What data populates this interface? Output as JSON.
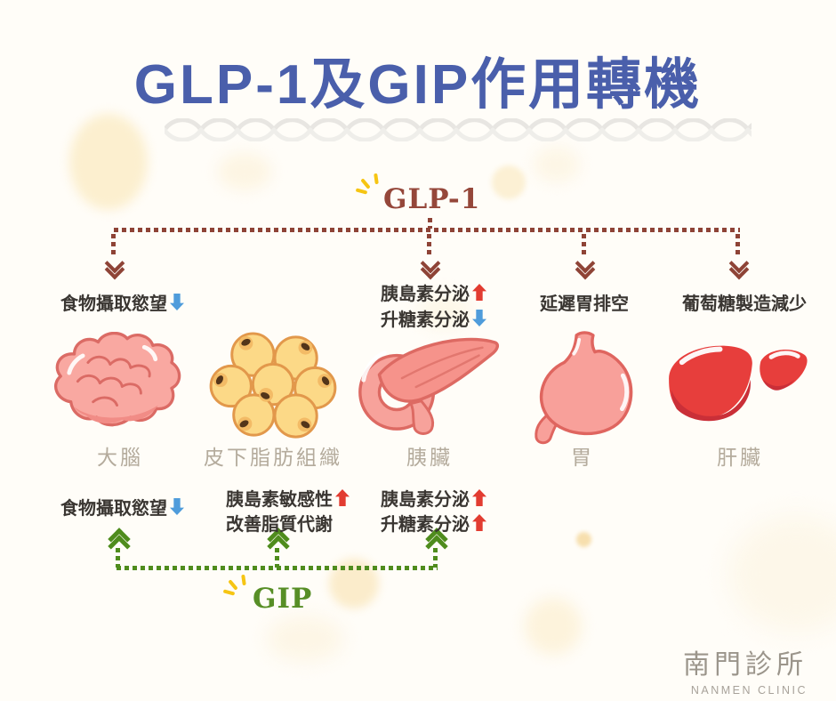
{
  "title": "GLP-1及GIP作用轉機",
  "hormones": {
    "glp1": {
      "label": "GLP-1",
      "color": "#95473a",
      "targets": [
        "brain",
        "pancreas",
        "stomach",
        "liver"
      ]
    },
    "gip": {
      "label": "GIP",
      "color": "#578e26",
      "targets": [
        "brain",
        "fat",
        "pancreas"
      ]
    }
  },
  "top_effects": {
    "brain": {
      "text": "食物攝取慾望",
      "arrow_icon": "down-arrow-blue"
    },
    "pancreas": [
      {
        "text": "胰島素分泌",
        "arrow_icon": "up-arrow-red"
      },
      {
        "text": "升糖素分泌",
        "arrow_icon": "down-arrow-blue"
      }
    ],
    "stomach": {
      "text": "延遲胃排空"
    },
    "liver": {
      "text": "葡萄糖製造減少"
    }
  },
  "organs": [
    {
      "id": "brain",
      "name": "大腦"
    },
    {
      "id": "fat",
      "name": "皮下脂肪組織"
    },
    {
      "id": "pancreas",
      "name": "胰臟"
    },
    {
      "id": "stomach",
      "name": "胃"
    },
    {
      "id": "liver",
      "name": "肝臟"
    }
  ],
  "bottom_effects": {
    "brain": {
      "text": "食物攝取慾望",
      "arrow_icon": "down-arrow-blue"
    },
    "fat": [
      {
        "text": "胰島素敏感性",
        "arrow_icon": "up-arrow-red"
      },
      {
        "text": "改善脂質代謝"
      }
    ],
    "pancreas": [
      {
        "text": "胰島素分泌",
        "arrow_icon": "up-arrow-red"
      },
      {
        "text": "升糖素分泌",
        "arrow_icon": "up-arrow-red"
      }
    ]
  },
  "footer": {
    "clinic_name": "南門診所",
    "clinic_name_en": "NANMEN CLINIC"
  },
  "colors": {
    "title": "#4a5fab",
    "glp1_connector": "#8e4336",
    "gip_connector": "#4f8c1d",
    "increase_arrow": "#e23c31",
    "decrease_arrow": "#4f9cdb",
    "organ_label": "#b4ab9c",
    "effect_text": "#3a3632",
    "sparkle": "#f6c513",
    "background": "#fffdf8"
  }
}
